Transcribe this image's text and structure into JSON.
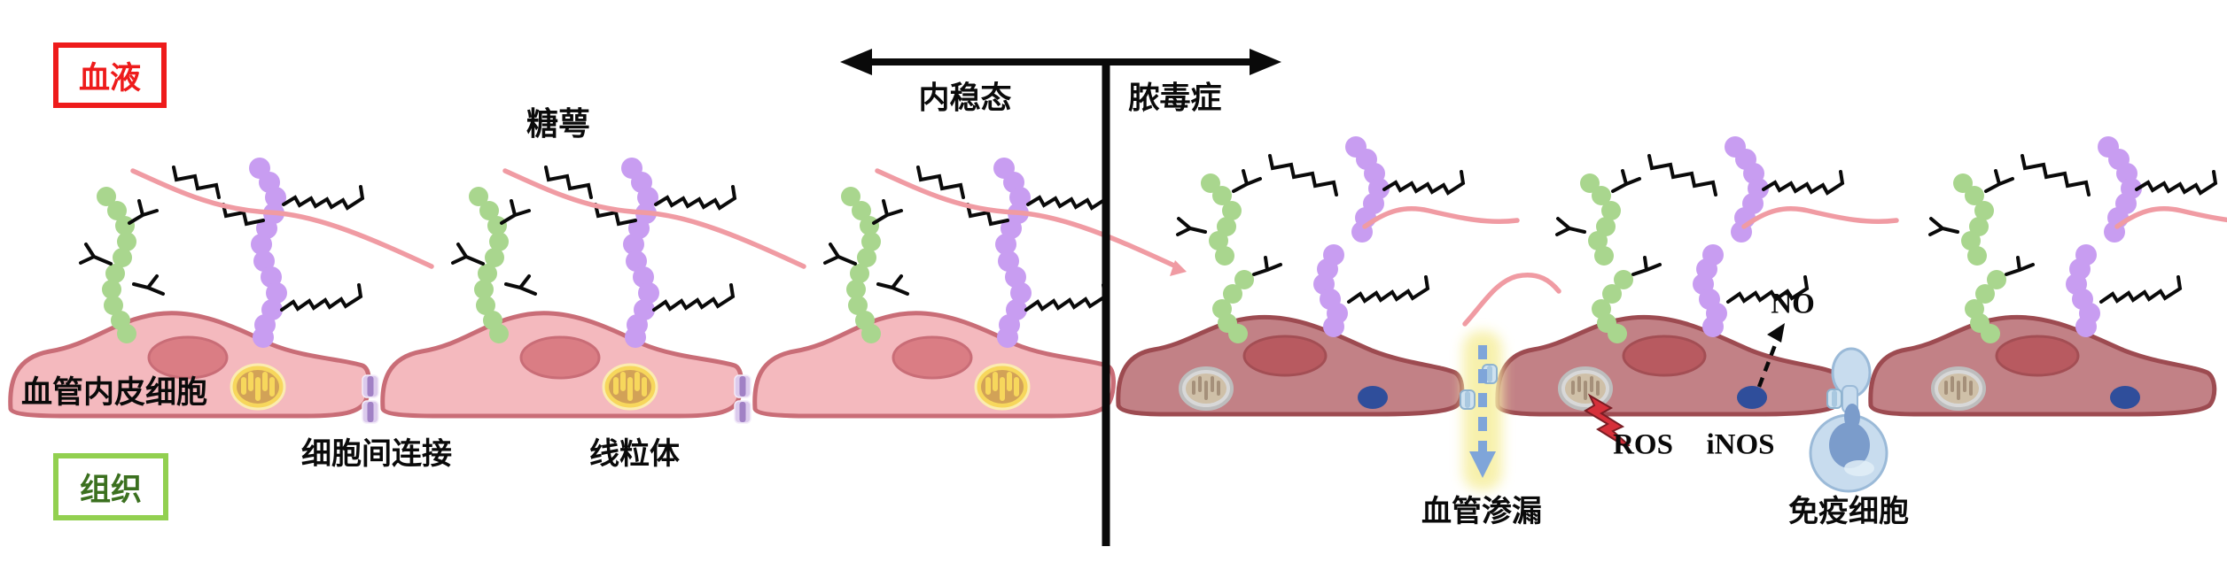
{
  "labels": {
    "blood": "血液",
    "tissue": "组织",
    "homeostasis": "内稳态",
    "sepsis": "脓毒症",
    "glycocalyx": "糖萼",
    "endothelial_cell": "血管内皮细胞",
    "intercellular_junction": "细胞间连接",
    "mitochondria": "线粒体",
    "vascular_leakage": "血管渗漏",
    "ros": "ROS",
    "inos": "iNOS",
    "no": "NO",
    "immune_cell": "免疫细胞"
  },
  "colors": {
    "blood_box_border": "#ee1b1b",
    "tissue_box_border": "#92d050",
    "tissue_text": "#3b701f",
    "healthy_cell_fill": "#f4b9be",
    "healthy_cell_stroke": "#c96d77",
    "healthy_nucleus": "#da7d84",
    "septic_cell_fill": "#c28186",
    "septic_cell_stroke": "#9d4b51",
    "septic_nucleus": "#b85a60",
    "green_bead": "#a9d68e",
    "purple_bead": "#c89df1",
    "pink_strand": "#f09ba3",
    "junction_fill": "#dccbed",
    "junction_stripe": "#a181c5",
    "mito_healthy": "#f7d75c",
    "mito_sick": "#d8d8d8",
    "leak_arrow": "#7fa5d9",
    "leak_glow": "#f7f0a8",
    "immune_cell_fill": "#c8dcee",
    "immune_nucleus": "#7b9ccb",
    "inos_oval": "#2f4e9b",
    "ros_bolt": "#d6303a",
    "line_black": "#0a0a0a"
  }
}
